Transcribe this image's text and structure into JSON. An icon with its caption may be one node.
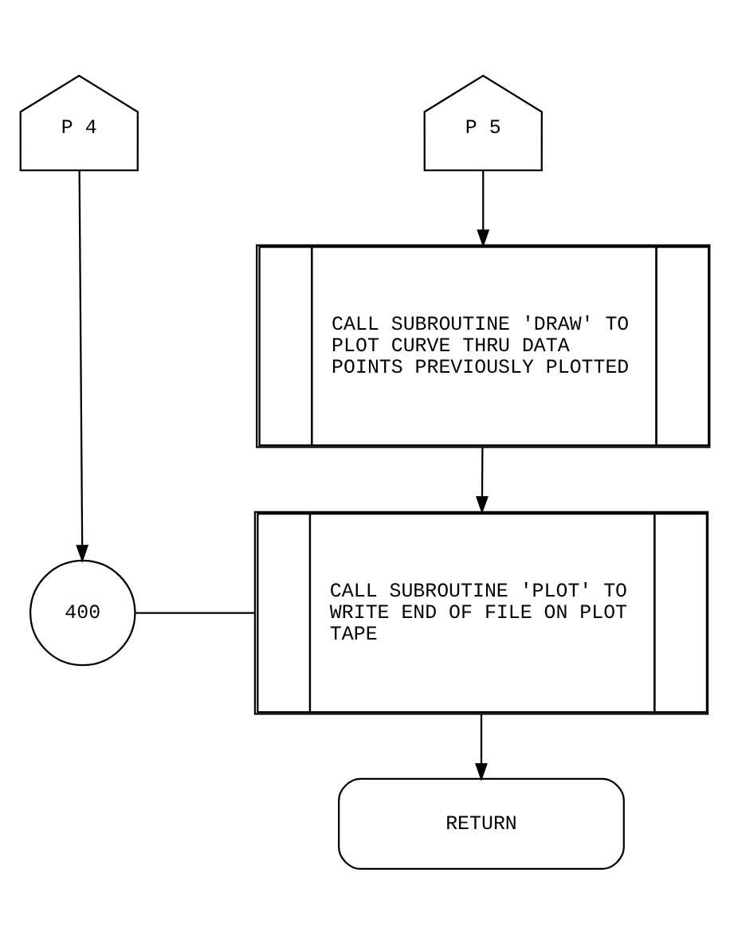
{
  "diagram": {
    "nodes": [
      {
        "text": [
          "P 4"
        ]
      },
      {
        "text": [
          "P 5"
        ]
      },
      {
        "text": [
          "CALL SUBROUTINE 'DRAW' TO PLOT CURVE THRU DATA POINTS PREVIOUSLY PLOTTED"
        ]
      },
      {
        "text": [
          "400"
        ]
      },
      {
        "text": [
          "CALL SUBROUTINE 'PLOT' TO WRITE END OF FILE ON PLOT TAPE"
        ]
      },
      {
        "text": [
          "RETURN"
        ]
      }
    ],
    "edges": [
      {
        "from": 1,
        "to": 2,
        "arrow": "to"
      },
      {
        "from": 0,
        "to": 3,
        "arrow": "to"
      },
      {
        "from": 2,
        "to": 4,
        "arrow": "to"
      },
      {
        "from": 3,
        "to": 4,
        "arrow": "none"
      },
      {
        "from": 4,
        "to": 5,
        "arrow": "to"
      }
    ]
  }
}
